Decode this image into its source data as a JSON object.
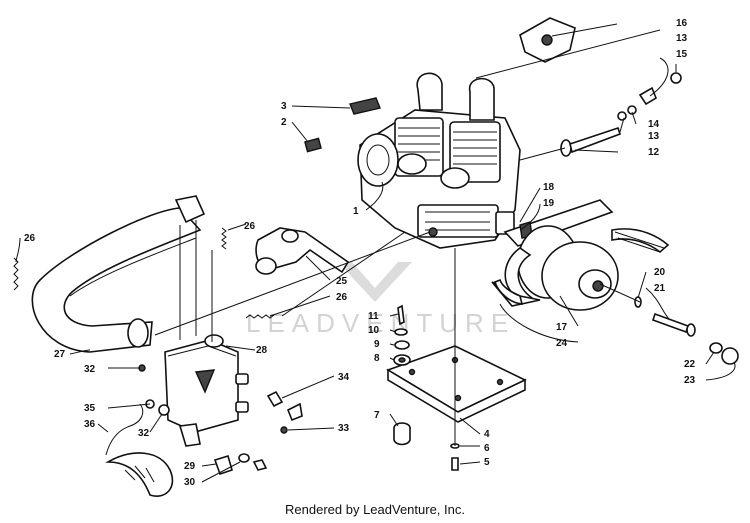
{
  "watermark": {
    "text": "LEADVENTURE"
  },
  "footer": {
    "text": "Rendered by LeadVenture, Inc."
  },
  "callouts": [
    "1",
    "2",
    "3",
    "4",
    "5",
    "6",
    "7",
    "8",
    "9",
    "10",
    "11",
    "12",
    "13",
    "13",
    "14",
    "15",
    "16",
    "17",
    "18",
    "19",
    "20",
    "21",
    "22",
    "23",
    "24",
    "25",
    "26",
    "26",
    "26",
    "27",
    "28",
    "29",
    "30",
    "32",
    "32",
    "33",
    "34",
    "35",
    "36"
  ]
}
